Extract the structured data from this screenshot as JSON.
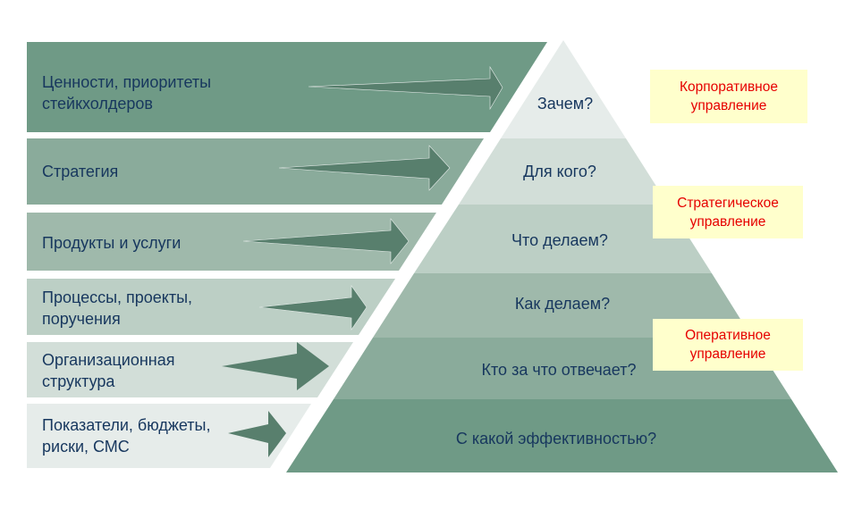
{
  "left_bars": [
    {
      "label": "Ценности, приоритеты стейкхолдеров"
    },
    {
      "label": "Стратегия"
    },
    {
      "label": "Продукты и услуги"
    },
    {
      "label": "Процессы, проекты, поручения"
    },
    {
      "label": "Организационная структура"
    },
    {
      "label": "Показатели, бюджеты, риски, СМС"
    }
  ],
  "pyramid_levels": [
    {
      "question": "Зачем?"
    },
    {
      "question": "Для кого?"
    },
    {
      "question": "Что делаем?"
    },
    {
      "question": "Как делаем?"
    },
    {
      "question": "Кто за что отвечает?"
    },
    {
      "question": "С какой эффективностью?"
    }
  ],
  "management_levels": [
    {
      "label": "Корпоративное управление"
    },
    {
      "label": "Стратегическое управление"
    },
    {
      "label": "Оперативное управление"
    }
  ],
  "colors": {
    "text": "#17375e",
    "note_text": "#e60000",
    "note_bg": "#ffffcc",
    "arrow": "#587f6d",
    "shades": [
      "#e6ecea",
      "#d2ded8",
      "#bccfc5",
      "#9fb9ab",
      "#8aab9b",
      "#6f9a86"
    ]
  }
}
